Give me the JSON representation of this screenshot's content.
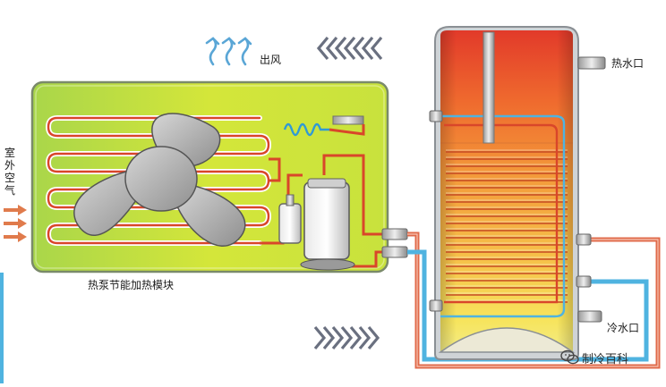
{
  "labels": {
    "outlet_air": "出风",
    "outdoor_air": "室外空气",
    "module_name": "热泵节能加热模块",
    "hot_water_port": "热水口",
    "cold_water_port": "冷水口"
  },
  "watermark": {
    "text": "制冷百科",
    "icon": "wechat-icon"
  },
  "colors": {
    "module_fill": "#c6e23c",
    "tank_hot": "#e8412a",
    "tank_warm": "#f08a2c",
    "tank_cool": "#f7e24a",
    "refrigerant_pipe": "#d9462a",
    "water_pipe_cold": "#4fb3e0",
    "arrow_gray": "#6a7080",
    "arrow_blue": "#5aa6d6"
  }
}
